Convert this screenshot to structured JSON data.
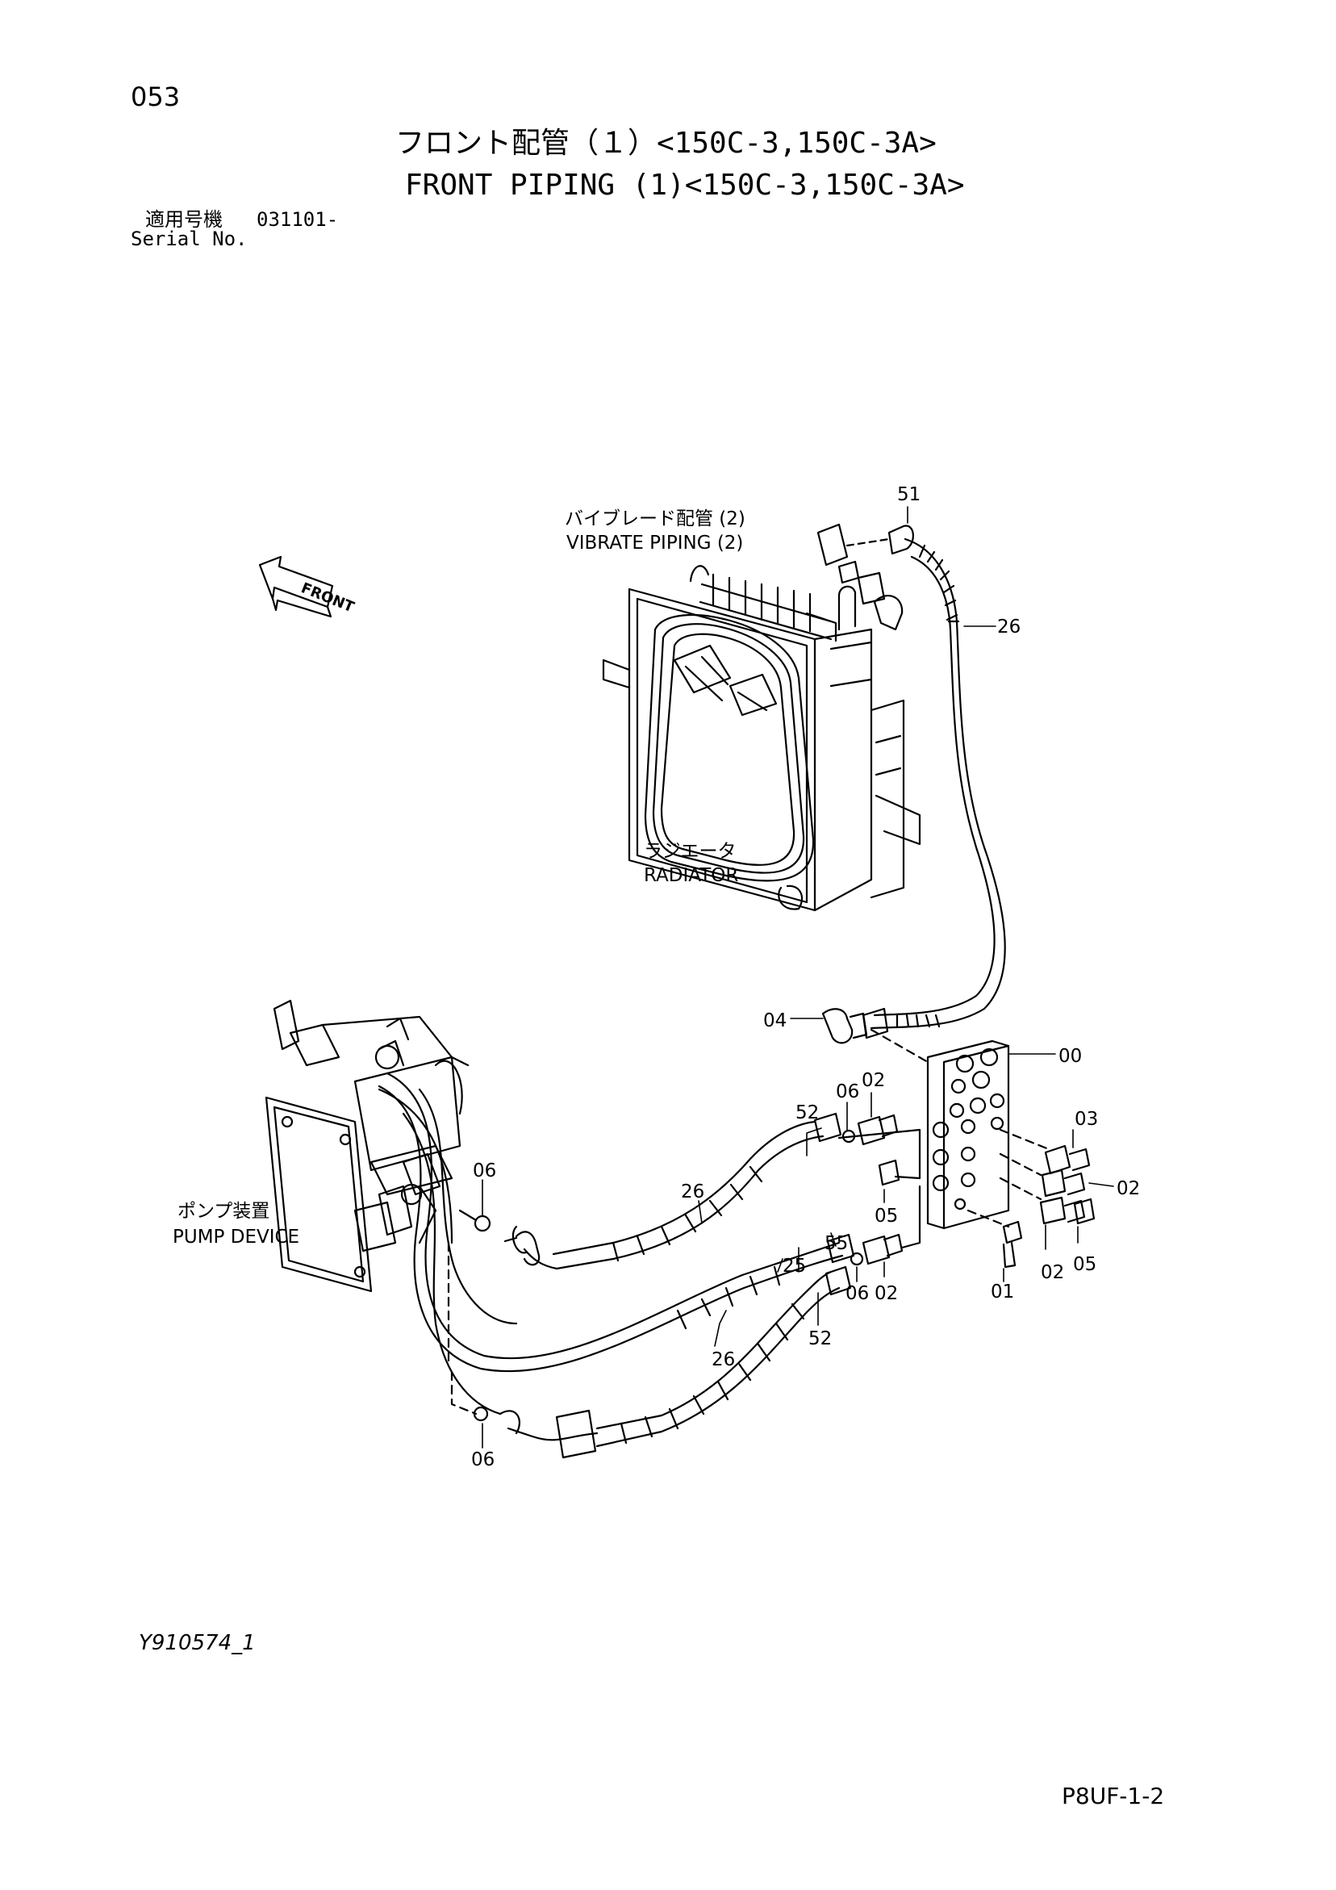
{
  "header": {
    "page_number": "053",
    "title_ja": "フロント配管（１）<150C-3,150C-3A>",
    "title_en": "FRONT PIPING (1)<150C-3,150C-3A>",
    "serial_label_ja": "適用号機",
    "serial_value": "031101-",
    "serial_label_en": "Serial No."
  },
  "drawing": {
    "front_arrow": "FRONT",
    "components": {
      "vibrate_piping_ja": "バイブレード配管 (2)",
      "vibrate_piping_en": "VIBRATE PIPING (2)",
      "radiator_ja": "ラジエータ",
      "radiator_en": "RADIATOR",
      "pump_device_ja": "ポンプ装置",
      "pump_device_en": "PUMP DEVICE"
    },
    "part_labels": {
      "p51": "51",
      "p26_top": "26",
      "p04": "04",
      "p00": "00",
      "p02_a": "02",
      "p06_a": "06",
      "p52_a": "52",
      "p03": "03",
      "p02_b": "02",
      "p06_b": "06",
      "p26_mid": "26",
      "p05_a": "05",
      "p55": "55",
      "p25": "25",
      "p01": "01",
      "p02_c": "02",
      "p05_b": "05",
      "p06_c": "06",
      "p02_d": "02",
      "p52_b": "52",
      "p26_bot": "26",
      "p06_d": "06"
    }
  },
  "footer": {
    "figure_id": "Y910574_1",
    "page_code": "P8UF-1-2"
  }
}
